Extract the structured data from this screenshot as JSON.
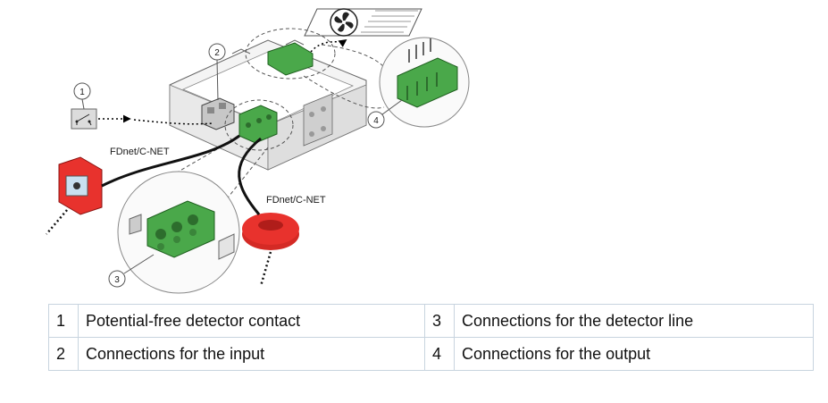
{
  "diagram": {
    "label_net_left": "FDnet/C-NET",
    "label_net_right": "FDnet/C-NET",
    "callouts": [
      "1",
      "2",
      "3",
      "4"
    ]
  },
  "legend": {
    "rows": [
      [
        {
          "num": "1",
          "text": "Potential-free detector contact"
        },
        {
          "num": "3",
          "text": "Connections for the detector line"
        }
      ],
      [
        {
          "num": "2",
          "text": "Connections for the input"
        },
        {
          "num": "4",
          "text": "Connections for the output"
        }
      ]
    ]
  },
  "colors": {
    "terminal_green": "#4aa84a",
    "alarm_red": "#e8322d",
    "legend_border": "#c8d4df"
  }
}
